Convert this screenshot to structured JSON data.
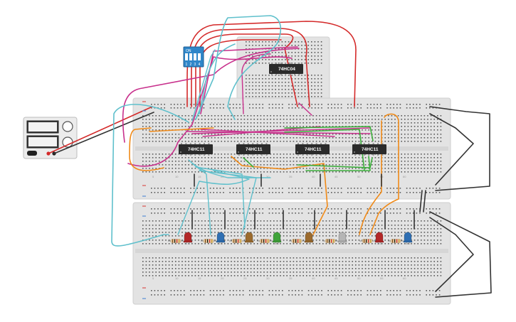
{
  "ic_chips": [
    {
      "label": "74HC04"
    },
    {
      "label": "74HC11"
    },
    {
      "label": "74HC11"
    },
    {
      "label": "74HC11"
    },
    {
      "label": "74HC11"
    }
  ],
  "dip_switch": {
    "label": "ON",
    "positions": [
      "1",
      "2",
      "3",
      "4"
    ]
  },
  "breadboard_column_numbers": [
    "5",
    "10",
    "15",
    "20",
    "25",
    "30",
    "35",
    "40",
    "45",
    "50",
    "55",
    "60"
  ],
  "led_colors": [
    "#b32828",
    "#2f6fb3",
    "#9c6b2e",
    "#3fa33a",
    "#9c6b2e",
    "#b5b5b5",
    "#b32828",
    "#2f6fb3"
  ],
  "wire_colors": {
    "red": "#d42a2a",
    "magenta": "#c8308c",
    "cyan": "#5fc0cc",
    "orange": "#f08a18",
    "green": "#3cae3c",
    "black": "#333333"
  }
}
